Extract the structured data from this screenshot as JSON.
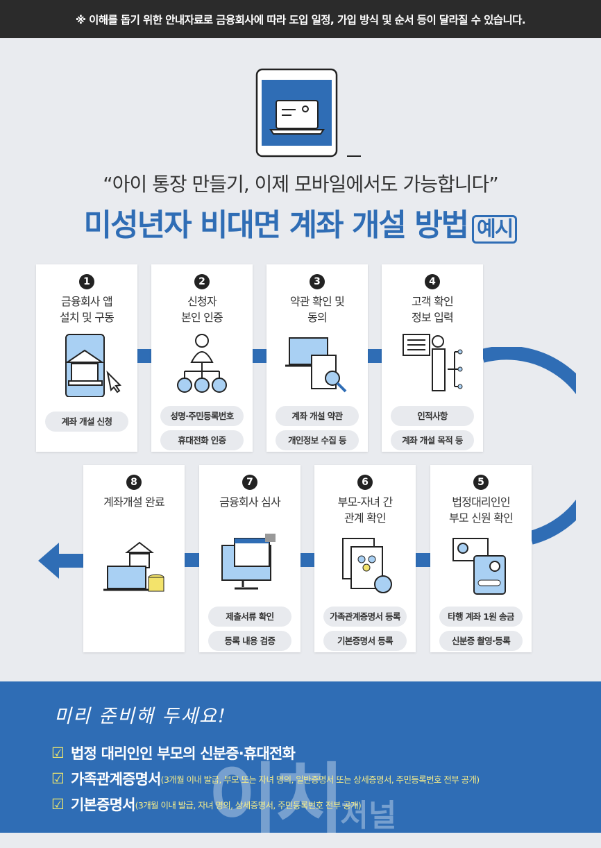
{
  "notice": "※ 이해를 돕기 위한 안내자료로 금융회사에 따라 도입 일정, 가입 방식 및 순서 등이 달라질 수 있습니다.",
  "quote": "“아이 통장 만들기, 이제 모바일에서도 가능합니다”",
  "title": "미성년자 비대면 계좌 개설 방법",
  "title_tag": "예시",
  "colors": {
    "accent": "#2f6db5",
    "icon_fill": "#a9d0f3",
    "highlight": "#f4ec8a"
  },
  "steps": [
    {
      "num": "1",
      "title": "금융회사 앱\n설치 및 구동",
      "icon": "mobile-bank-icon",
      "pills": [
        "계좌 개설 신청"
      ]
    },
    {
      "num": "2",
      "title": "신청자\n본인 인증",
      "icon": "person-verify-icon",
      "pills": [
        "성명·주민등록번호",
        "휴대전화 인증"
      ]
    },
    {
      "num": "3",
      "title": "약관 확인 및\n동의",
      "icon": "document-search-icon",
      "pills": [
        "계좌 개설 약관",
        "개인정보 수집 등"
      ]
    },
    {
      "num": "4",
      "title": "고객 확인\n정보 입력",
      "icon": "checklist-person-icon",
      "pills": [
        "인적사항",
        "계좌 개설 목적 등"
      ]
    },
    {
      "num": "5",
      "title": "법정대리인인\n부모 신원 확인",
      "icon": "id-card-phone-icon",
      "pills": [
        "타행 계좌 1원 송금",
        "신분증 촬영·등록"
      ]
    },
    {
      "num": "6",
      "title": "부모-자녀 간\n관계 확인",
      "icon": "family-document-icon",
      "pills": [
        "가족관계증명서 등록",
        "기본증명서 등록"
      ]
    },
    {
      "num": "7",
      "title": "금융회사 심사",
      "icon": "monitor-review-icon",
      "pills": [
        "제출서류 확인",
        "등록 내용 검증"
      ]
    },
    {
      "num": "8",
      "title": "계좌개설 완료",
      "icon": "bank-laptop-coins-icon",
      "pills": []
    }
  ],
  "prepare": {
    "heading": "미리 준비해 두세요!",
    "items": [
      {
        "main": "법정 대리인인 부모의 신분증·휴대전화",
        "note": ""
      },
      {
        "main": "가족관계증명서",
        "note": "(3개월 이내 발급, 부모 또는 자녀 명의, 일반증명서 또는 상세증명서, 주민등록번호 전부 공개)"
      },
      {
        "main": "기본증명서",
        "note": "(3개월 이내 발급, 자녀 명의, 상세증명서, 주민등록번호 전부 공개)"
      }
    ]
  },
  "watermark": "이치저널"
}
